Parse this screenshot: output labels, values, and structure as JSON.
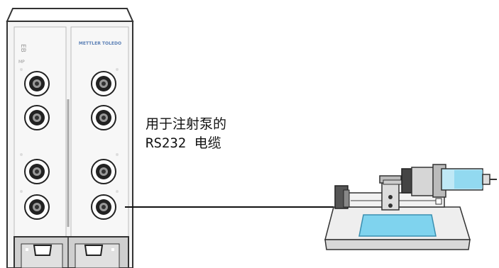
{
  "diagram": {
    "cable_label_line1": "用于注射泵的",
    "cable_label_line2": "RS232 电缆",
    "device_brand_text": "METTLER TOLEDO",
    "device_model_text": "EB",
    "device_submodel_text": "MP"
  },
  "colors": {
    "outline": "#333333",
    "panel_fill": "#f2f2f2",
    "connector_ring": "#222222",
    "pump_screen": "#7fd3ee",
    "syringe_fill": "#bfe8f6",
    "brand_text": "#5a7fb5"
  }
}
